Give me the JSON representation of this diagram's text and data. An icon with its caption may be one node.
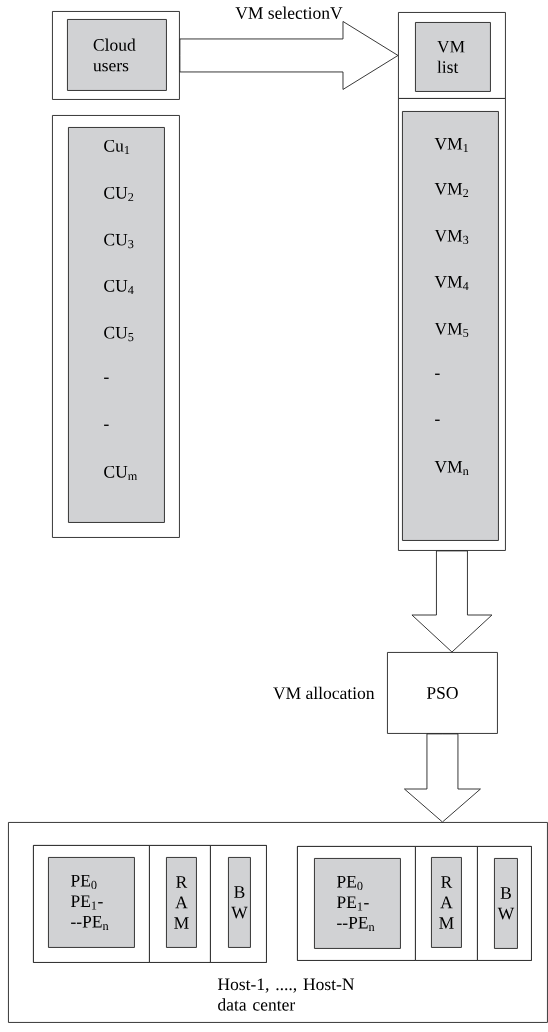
{
  "diagram": {
    "nodes": [
      {
        "text": [],
        "shape": "box"
      },
      {
        "text": [
          "Cloud users"
        ],
        "in": 0
      },
      {
        "text": [],
        "shape": "box"
      },
      {
        "text": [
          "VM list"
        ],
        "in": 2
      },
      {
        "text": [],
        "shape": "box"
      },
      {
        "text": [
          "Cu$_{1}$",
          "CU$_{2}$",
          "CU$_{3}$",
          "CU$_{4}$",
          "CU$_{5}$",
          "-",
          "-",
          "CU$_{m}$"
        ],
        "in": 4
      },
      {
        "text": [],
        "shape": "box"
      },
      {
        "text": [
          "VM$_{1}$",
          "VM$_{2}$",
          "VM$_{3}$",
          "VM$_{4}$",
          "VM$_{5}$",
          "-",
          "-",
          "VM$_{n}$"
        ],
        "in": 6
      },
      {
        "text": [
          "PSO"
        ],
        "beside": [
          "VM allocation"
        ]
      },
      {
        "text": [
          "Host-1, ...., Host-N data center"
        ]
      },
      {
        "text": [],
        "shape": "box",
        "in": 9
      },
      {
        "text": [],
        "shape": "box",
        "in": 10
      },
      {
        "text": [
          "PE$_{0}$ PE$_{1}$- --PE$_{n}$"
        ],
        "in": 11
      },
      {
        "text": [],
        "shape": "box",
        "in": 10
      },
      {
        "text": [
          "R A M"
        ],
        "in": 13
      },
      {
        "text": [],
        "shape": "box",
        "in": 10
      },
      {
        "text": [
          "B W"
        ],
        "in": 15
      },
      {
        "text": [],
        "shape": "box",
        "in": 9
      },
      {
        "text": [],
        "shape": "box",
        "in": 17
      },
      {
        "text": [
          "PE$_{0}$ PE$_{1}$- --PE$_{n}$"
        ],
        "in": 18
      },
      {
        "text": [],
        "shape": "box",
        "in": 17
      },
      {
        "text": [
          "R A M"
        ],
        "in": 20
      },
      {
        "text": [],
        "shape": "box",
        "in": 17
      },
      {
        "text": [
          "B W"
        ],
        "in": 22
      }
    ],
    "edges": [
      {
        "from": 0,
        "to": 2,
        "arrow": "to",
        "label": "VM selectionV"
      },
      {
        "from": 6,
        "to": 8,
        "arrow": "to"
      },
      {
        "from": 8,
        "to": 9,
        "arrow": "to"
      }
    ]
  }
}
